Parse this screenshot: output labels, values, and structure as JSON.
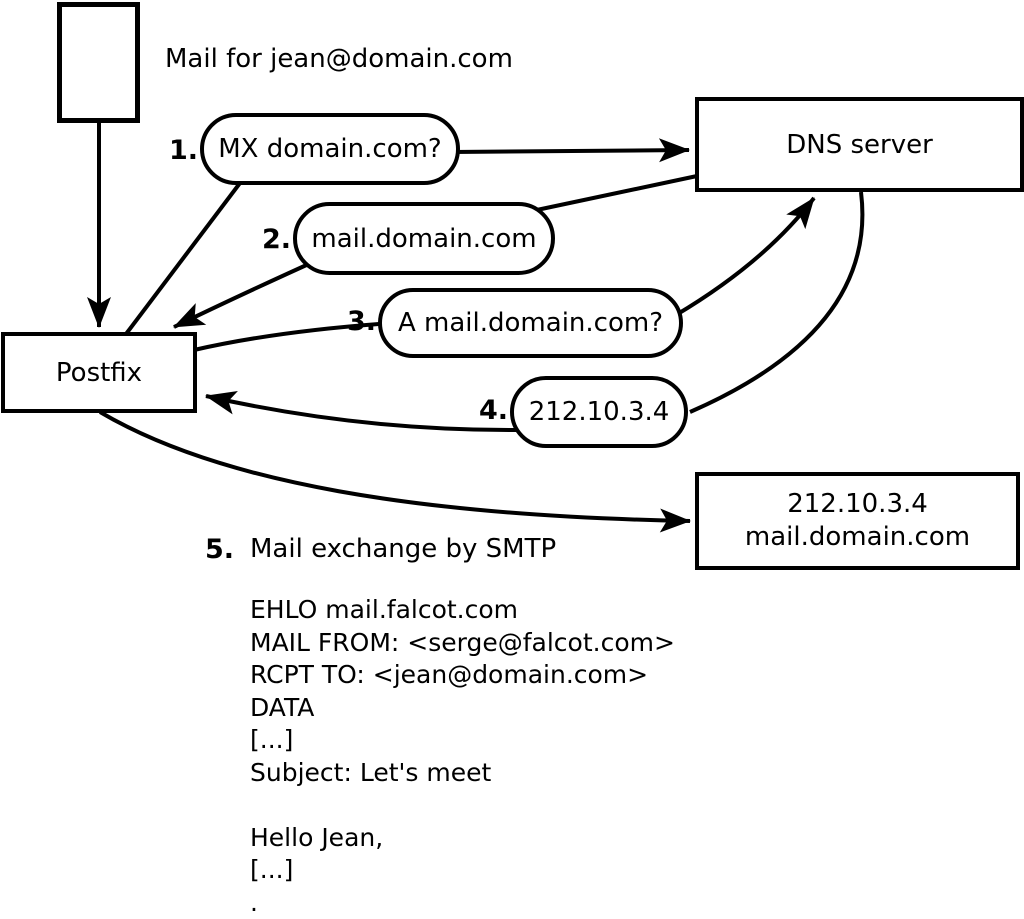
{
  "diagram": {
    "title_note": "Mail for jean@domain.com",
    "nodes": {
      "sender_mail": "",
      "postfix": "Postfix",
      "dns_server": "DNS server",
      "destination_line1": "212.10.3.4",
      "destination_line2": "mail.domain.com"
    },
    "messages": [
      {
        "num": "1.",
        "text": "MX domain.com?"
      },
      {
        "num": "2.",
        "text": "mail.domain.com"
      },
      {
        "num": "3.",
        "text": "A mail.domain.com?"
      },
      {
        "num": "4.",
        "text": "212.10.3.4"
      },
      {
        "num": "5.",
        "text": "Mail exchange by SMTP"
      }
    ],
    "smtp_session": [
      "EHLO mail.falcot.com",
      "MAIL FROM: <serge@falcot.com>",
      "RCPT TO: <jean@domain.com>",
      "DATA",
      "[...]",
      "Subject: Let's meet",
      "",
      "Hello Jean,",
      "[...]",
      "."
    ]
  },
  "colors": {
    "stroke": "#000000",
    "background": "#ffffff"
  }
}
